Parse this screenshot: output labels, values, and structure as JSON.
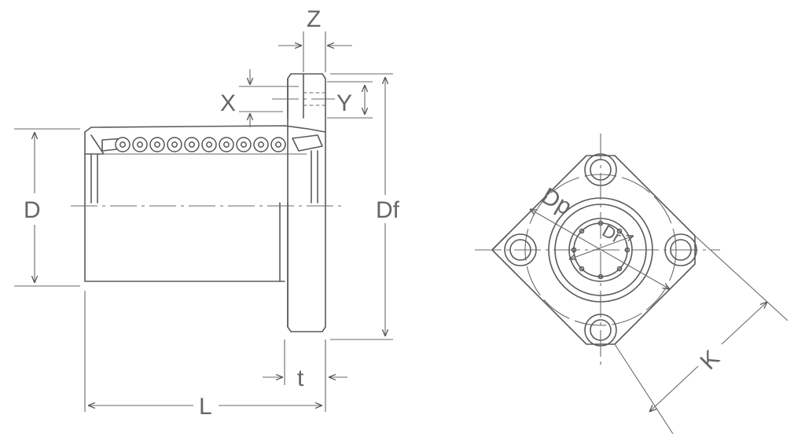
{
  "labels": {
    "z": "Z",
    "x": "X",
    "y": "Y",
    "d": "D",
    "df": "Df",
    "t": "t",
    "l": "L",
    "dp": "Dp",
    "dr": "Dr",
    "k": "K"
  }
}
